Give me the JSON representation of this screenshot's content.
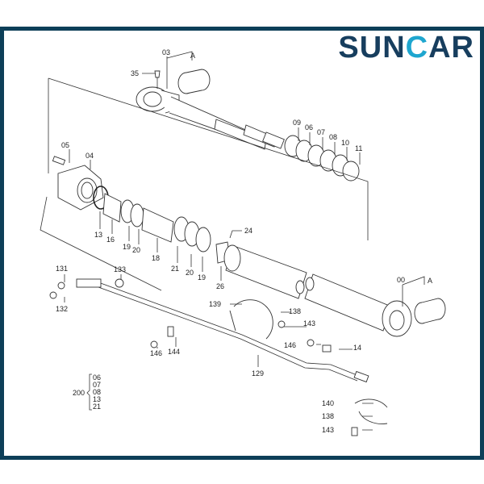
{
  "logo": {
    "text_a": "SUN",
    "text_c": "C",
    "text_b": "AR"
  },
  "labels": {
    "l03": "03",
    "lA1": "A",
    "l35": "35",
    "l05": "05",
    "l04": "04",
    "l09": "09",
    "l06": "06",
    "l07": "07",
    "l08": "08",
    "l10": "10",
    "l11": "11",
    "l24": "24",
    "l13": "13",
    "l16": "16",
    "l19a": "19",
    "l20a": "20",
    "l18": "18",
    "l21": "21",
    "l20b": "20",
    "l19b": "19",
    "l26": "26",
    "l131": "131",
    "l133": "133",
    "l132": "132",
    "l00": "00",
    "lA2": "A",
    "l139": "139",
    "l138a": "138",
    "l143a": "143",
    "l146a": "146",
    "l14": "14",
    "l146b": "146",
    "l144": "144",
    "l129": "129",
    "l140": "140",
    "l138b": "138",
    "l143b": "143"
  },
  "kit": {
    "number": "200",
    "items": [
      "06",
      "07",
      "08",
      "13",
      "21"
    ]
  }
}
